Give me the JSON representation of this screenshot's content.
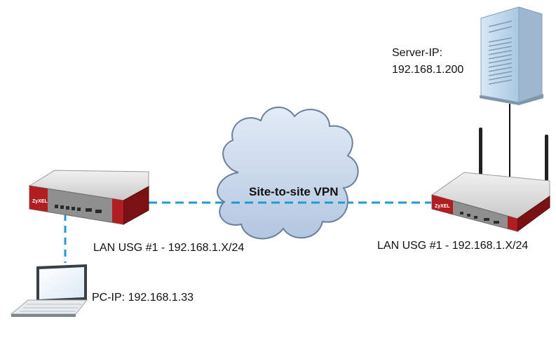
{
  "labels": {
    "server_ip_title": "Server-IP:",
    "server_ip_value": "192.168.1.200",
    "vpn_label": "Site-to-site VPN",
    "lan_left": "LAN USG #1 - 192.168.1.X/24",
    "lan_right": "LAN USG #1 - 192.168.1.X/24",
    "pc_ip": "PC-IP: 192.168.1.33"
  },
  "device_logo_text": "ZyXEL",
  "colors": {
    "vpn_link": "#1e9ad6",
    "cloud_fill": "#c9d8ec",
    "cloud_stroke": "#6b7f9a",
    "device_red": "#b01e22",
    "server_body": "#b9d4ea"
  },
  "icons": [
    "server-icon",
    "router-icon",
    "cloud-icon",
    "laptop-icon"
  ]
}
